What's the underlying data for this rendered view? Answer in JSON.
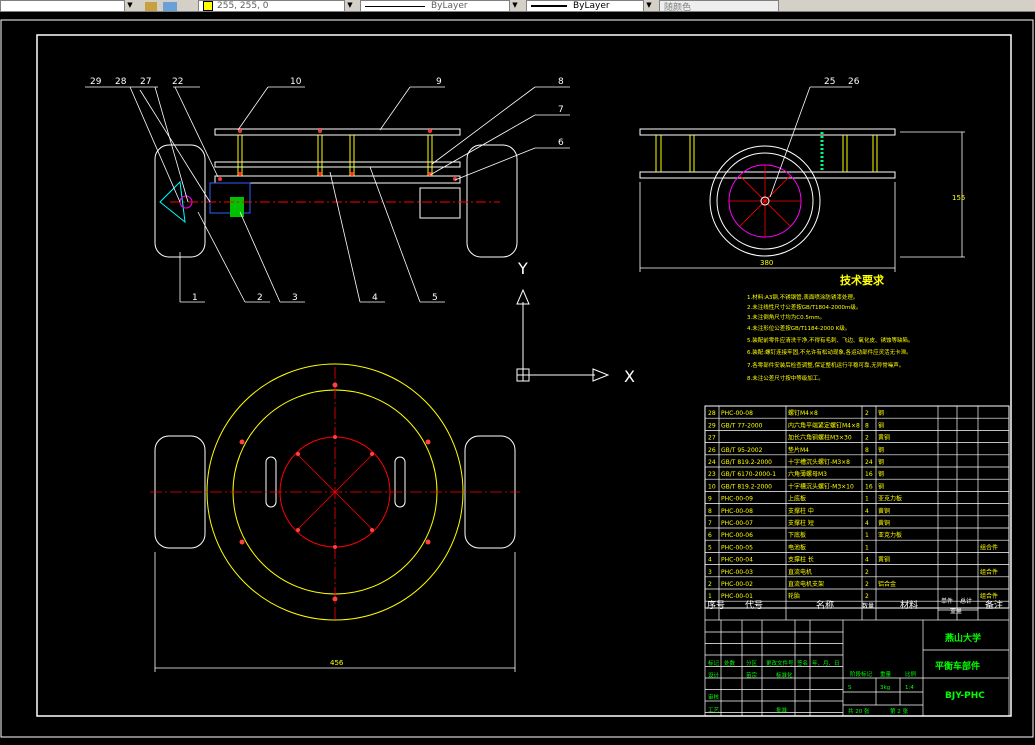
{
  "toolbar": {
    "color_value": "255, 255, 0",
    "linetype": "ByLayer",
    "lineweight": "ByLayer",
    "plotstyle": "随颜色"
  },
  "axes": {
    "y_label": "Y",
    "x_label": "X"
  },
  "balloons": {
    "b29": "29",
    "b28": "28",
    "b27": "27",
    "b22": "22",
    "b10": "10",
    "b9": "9",
    "b8": "8",
    "b7": "7",
    "b6": "6",
    "b1": "1",
    "b2": "2",
    "b3": "3",
    "b4": "4",
    "b5": "5",
    "b25": "25",
    "b26": "26"
  },
  "dims": {
    "side_width": "380",
    "side_height": "155",
    "top_width": "456"
  },
  "tech": {
    "title": "技术要求",
    "lines": [
      "1.材料:A3钢,不锈钢管,表面喷涂防锈漆处理。",
      "2.未注线性尺寸公差按GB/T1804-2000m级。",
      "3.未注倒角尺寸均为C0.5mm。",
      "4.未注形位公差按GB/T1184-2000 K级。",
      "5.装配前零件应清洗干净,不得有毛刺、飞边、氧化皮、锈蚀等缺陷。",
      "6.装配:螺钉连接牢固,不允许有松动现象,各运动部件应灵活无卡滞。",
      "7.各零部件安装后检查调整,保证整机运行平稳可靠,无异常噪声。",
      "8.未注公差尺寸按中等级加工。"
    ]
  },
  "bom": {
    "rows": [
      {
        "no": "28",
        "code": "PHC-00-08",
        "name": "螺钉M4×8",
        "qty": "2",
        "mat": "钢",
        "note": ""
      },
      {
        "no": "29",
        "code": "GB/T 77-2000",
        "name": "内六角平端紧定螺钉M4×8",
        "qty": "8",
        "mat": "钢",
        "note": ""
      },
      {
        "no": "27",
        "code": "",
        "name": "加长六角铜螺柱M3×30",
        "qty": "2",
        "mat": "黄铜",
        "note": ""
      },
      {
        "no": "26",
        "code": "GB/T 95-2002",
        "name": "垫片M4",
        "qty": "8",
        "mat": "钢",
        "note": ""
      },
      {
        "no": "24",
        "code": "GB/T 819.2-2000",
        "name": "十字槽沉头螺钉-M3×8",
        "qty": "24",
        "mat": "钢",
        "note": ""
      },
      {
        "no": "23",
        "code": "GB/T 6170-2000-1",
        "name": "六角薄螺母M3",
        "qty": "16",
        "mat": "钢",
        "note": ""
      },
      {
        "no": "10",
        "code": "GB/T 819.2-2000",
        "name": "十字槽沉头螺钉-M3×10",
        "qty": "16",
        "mat": "钢",
        "note": ""
      },
      {
        "no": "9",
        "code": "PHC-00-09",
        "name": "上底板",
        "qty": "1",
        "mat": "亚克力板",
        "note": ""
      },
      {
        "no": "8",
        "code": "PHC-00-08",
        "name": "支撑柱 中",
        "qty": "4",
        "mat": "黄铜",
        "note": ""
      },
      {
        "no": "7",
        "code": "PHC-00-07",
        "name": "支撑柱 短",
        "qty": "4",
        "mat": "黄铜",
        "note": ""
      },
      {
        "no": "6",
        "code": "PHC-00-06",
        "name": "下底板",
        "qty": "1",
        "mat": "亚克力板",
        "note": ""
      },
      {
        "no": "5",
        "code": "PHC-00-05",
        "name": "电池板",
        "qty": "1",
        "mat": "",
        "note": "组合件"
      },
      {
        "no": "4",
        "code": "PHC-00-04",
        "name": "支撑柱 长",
        "qty": "4",
        "mat": "黄铜",
        "note": ""
      },
      {
        "no": "3",
        "code": "PHC-00-03",
        "name": "直流电机",
        "qty": "2",
        "mat": "",
        "note": "组合件"
      },
      {
        "no": "2",
        "code": "PHC-00-02",
        "name": "直流电机支架",
        "qty": "2",
        "mat": "铝合金",
        "note": ""
      },
      {
        "no": "1",
        "code": "PHC-00-01",
        "name": "轮胎",
        "qty": "2",
        "mat": "",
        "note": "组合件"
      }
    ],
    "header": {
      "no": "序号",
      "code": "代号",
      "name": "名称",
      "qty": "数量",
      "mat": "材料",
      "single": "单件",
      "total": "总计",
      "weight": "重量",
      "note": "备注"
    }
  },
  "titleblock": {
    "university": "燕山大学",
    "drawing_name": "平衡车部件",
    "drawing_no": "BJY-PHC",
    "labels": {
      "mark": "标记",
      "count": "处数",
      "zone": "分区",
      "change_doc": "更改文件号",
      "sign": "签名",
      "date": "年、月、日",
      "designer": "设计",
      "designer_name": "苗宗",
      "std": "标准化",
      "review": "审核",
      "process": "工艺",
      "approve": "批准",
      "stage": "阶段标记",
      "weight": "重量",
      "scale": "比例",
      "scale_val": "1:4",
      "weight_val": "3kg",
      "stage_val": "S",
      "sheets": "共 20 张",
      "sheet": "第 2 张"
    }
  }
}
